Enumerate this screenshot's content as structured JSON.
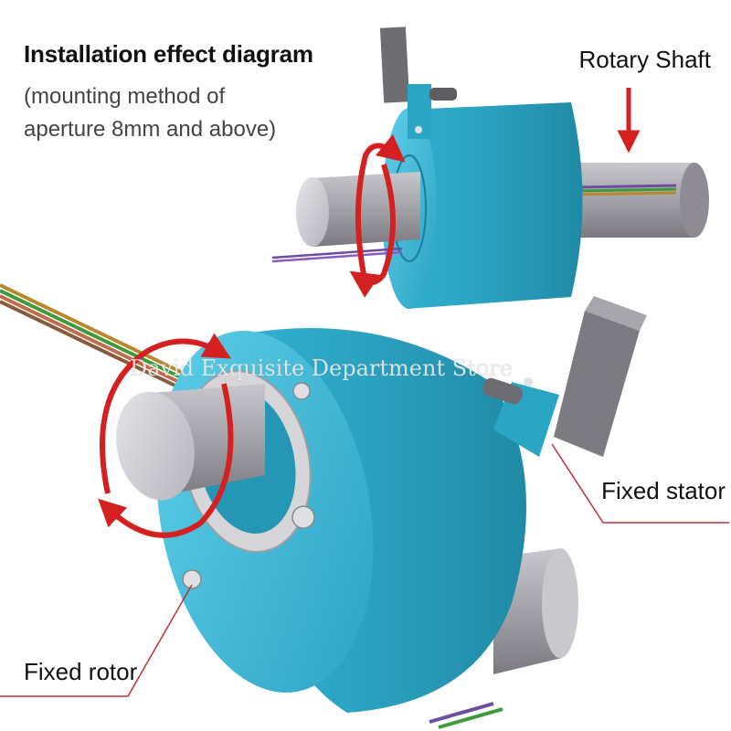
{
  "diagram": {
    "title": "Installation effect diagram",
    "subtitle_line1": "(mounting method of",
    "subtitle_line2": "aperture 8mm and above)",
    "labels": {
      "rotary_shaft": "Rotary Shaft",
      "fixed_stator": "Fixed stator",
      "fixed_rotor": "Fixed rotor"
    },
    "watermark": "David Exquisite Department Store",
    "colors": {
      "slip_ring_body": "#2aa6c4",
      "slip_ring_highlight": "#55c8e4",
      "slip_ring_shadow": "#1b7e98",
      "shaft": "#a9a7ae",
      "rotation_arrow": "#d42020",
      "callout_line": "#c0303a"
    }
  }
}
